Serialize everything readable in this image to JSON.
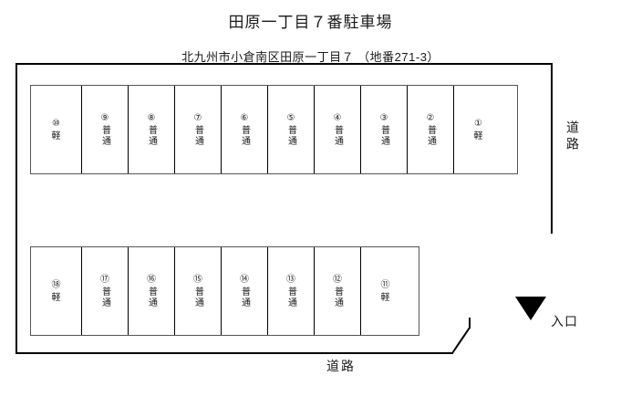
{
  "title": "田原一丁目７番駐車場",
  "subtitle": "北九州市小倉南区田原一丁目７ （地番271-3）",
  "labels": {
    "road_right": "道路",
    "road_bottom": "道路",
    "entrance": "入口",
    "entrance_marker": "down-triangle"
  },
  "rows": {
    "top": {
      "name": "top-parking-row",
      "spaces": [
        {
          "number": "⑩",
          "type": "軽",
          "size": "wide"
        },
        {
          "number": "⑨",
          "type": "普通",
          "size": "std"
        },
        {
          "number": "⑧",
          "type": "普通",
          "size": "std"
        },
        {
          "number": "⑦",
          "type": "普通",
          "size": "std"
        },
        {
          "number": "⑥",
          "type": "普通",
          "size": "std"
        },
        {
          "number": "⑤",
          "type": "普通",
          "size": "std"
        },
        {
          "number": "④",
          "type": "普通",
          "size": "std"
        },
        {
          "number": "③",
          "type": "普通",
          "size": "std"
        },
        {
          "number": "②",
          "type": "普通",
          "size": "std"
        },
        {
          "number": "①",
          "type": "軽",
          "size": "end"
        }
      ]
    },
    "bottom": {
      "name": "bottom-parking-row",
      "spaces": [
        {
          "number": "⑱",
          "type": "軽",
          "size": "wide"
        },
        {
          "number": "⑰",
          "type": "普通",
          "size": "std"
        },
        {
          "number": "⑯",
          "type": "普通",
          "size": "std"
        },
        {
          "number": "⑮",
          "type": "普通",
          "size": "std"
        },
        {
          "number": "⑭",
          "type": "普通",
          "size": "std"
        },
        {
          "number": "⑬",
          "type": "普通",
          "size": "std"
        },
        {
          "number": "⑫",
          "type": "普通",
          "size": "std"
        },
        {
          "number": "⑪",
          "type": "軽",
          "size": "end"
        }
      ]
    }
  },
  "colors": {
    "outline": "#000000",
    "row_border": "#555555",
    "text": "#1a1a1a",
    "marker": "#000000"
  }
}
